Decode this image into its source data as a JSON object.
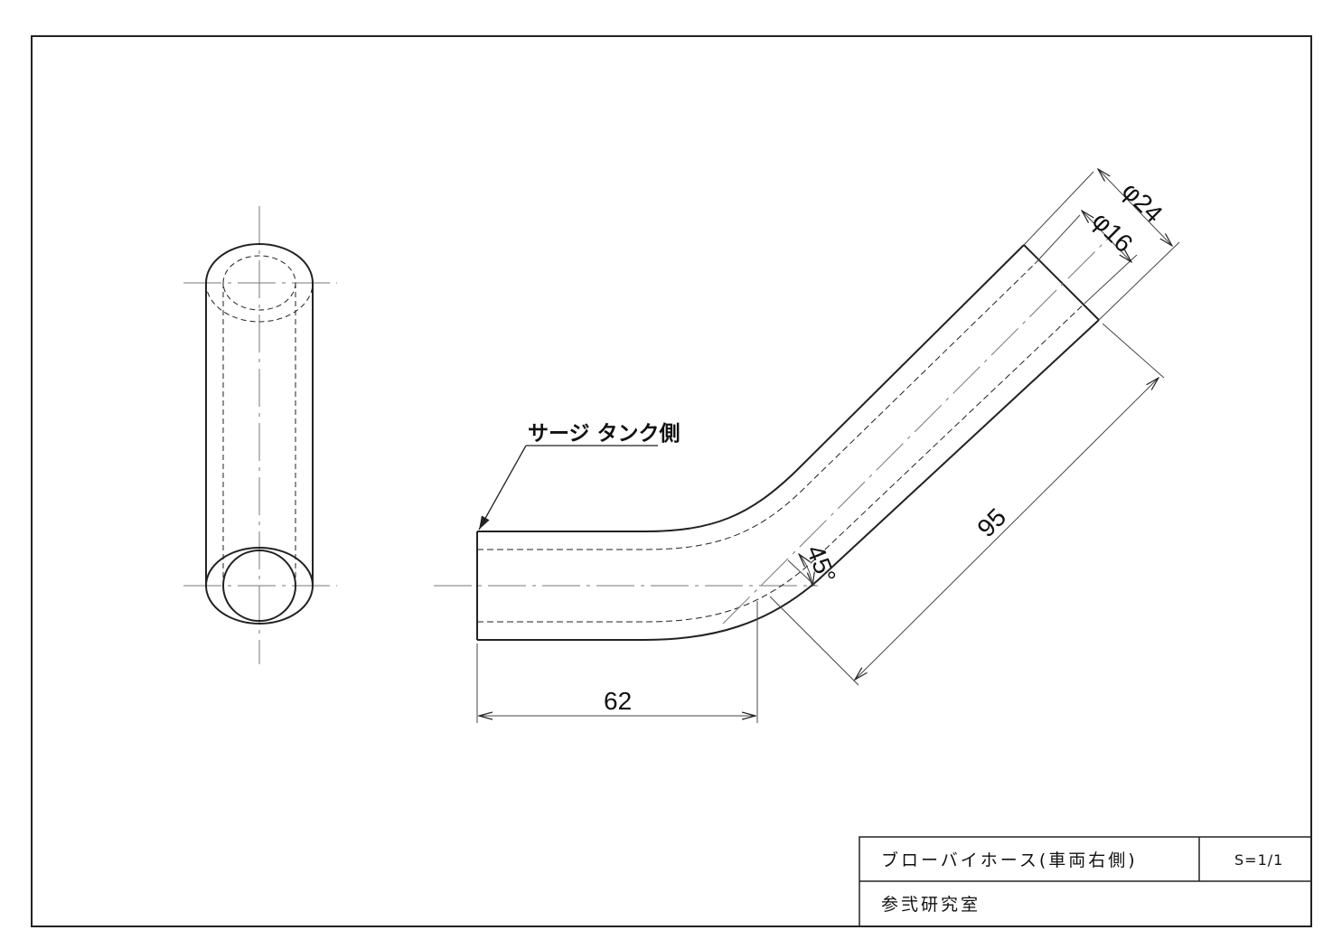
{
  "drawing": {
    "note_label": "サージ タンク側",
    "dims": {
      "straight_length": "62",
      "angle": "45°",
      "branch_length": "95",
      "inner_diameter": "φ16",
      "outer_diameter": "φ24"
    }
  },
  "title_block": {
    "part_name": "ブローバイホース(車両右側)",
    "scale": "S=1/1",
    "organization": "参弐研究室"
  }
}
